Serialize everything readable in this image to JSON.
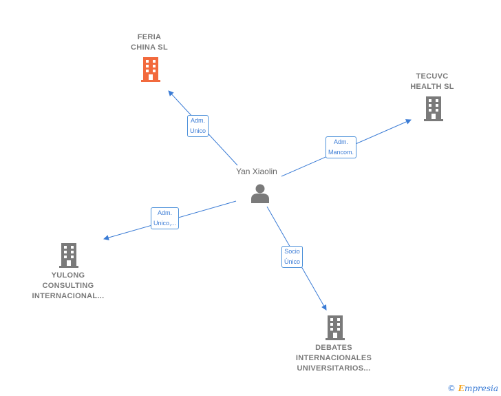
{
  "person": {
    "name": "Yan Xiaolin",
    "icon": "person-icon"
  },
  "companies": [
    {
      "id": "feria",
      "lines": [
        "FERIA",
        "CHINA  SL"
      ],
      "icon": "building-icon",
      "color": "#f26a3d"
    },
    {
      "id": "tecuvc",
      "lines": [
        "TECUVC",
        "HEALTH  SL"
      ],
      "icon": "building-icon",
      "color": "#7a7a7a"
    },
    {
      "id": "yulong",
      "lines": [
        "YULONG",
        "CONSULTING",
        "INTERNACIONAL..."
      ],
      "icon": "building-icon",
      "color": "#7a7a7a"
    },
    {
      "id": "debates",
      "lines": [
        "DEBATES",
        "INTERNACIONALES",
        "UNIVERSITARIOS..."
      ],
      "icon": "building-icon",
      "color": "#7a7a7a"
    }
  ],
  "relations": [
    {
      "to": "feria",
      "lines": [
        "Adm.",
        "Unico"
      ]
    },
    {
      "to": "tecuvc",
      "lines": [
        "Adm.",
        "Mancom."
      ]
    },
    {
      "to": "yulong",
      "lines": [
        "Adm.",
        "Unico,..."
      ]
    },
    {
      "to": "debates",
      "lines": [
        "Socio",
        "Único"
      ]
    }
  ],
  "edge_color": "#3a7bd5",
  "brand": {
    "copyright": "©",
    "initial": "E",
    "rest": "mpresia"
  }
}
